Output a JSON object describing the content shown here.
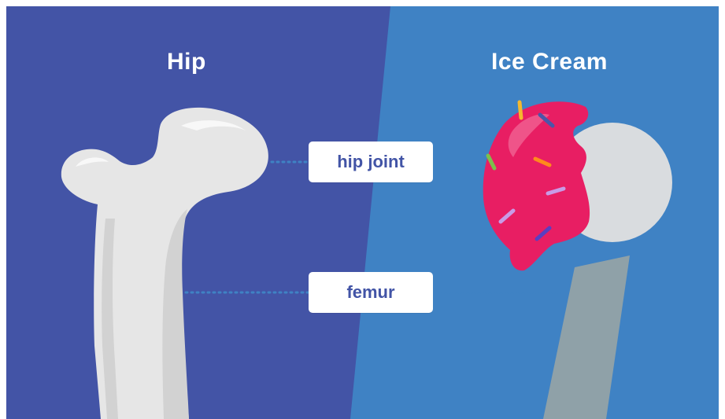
{
  "left_panel": {
    "title": "Hip",
    "background_color": "#4354a6",
    "illustration": "femur-bone-icon"
  },
  "right_panel": {
    "title": "Ice Cream",
    "background_color": "#3f82c4",
    "illustration": "ice-cream-cone-icon"
  },
  "labels": [
    {
      "text": "hip joint"
    },
    {
      "text": "femur"
    }
  ],
  "colors": {
    "label_text": "#4254a6",
    "bone": "#e6e6e6",
    "ice_cream_scoop": "#e81e63",
    "ice_cream_ball": "#d9dcdf",
    "ice_cream_cone": "#8fa1a8",
    "connector_dots": "#3f82c4"
  }
}
